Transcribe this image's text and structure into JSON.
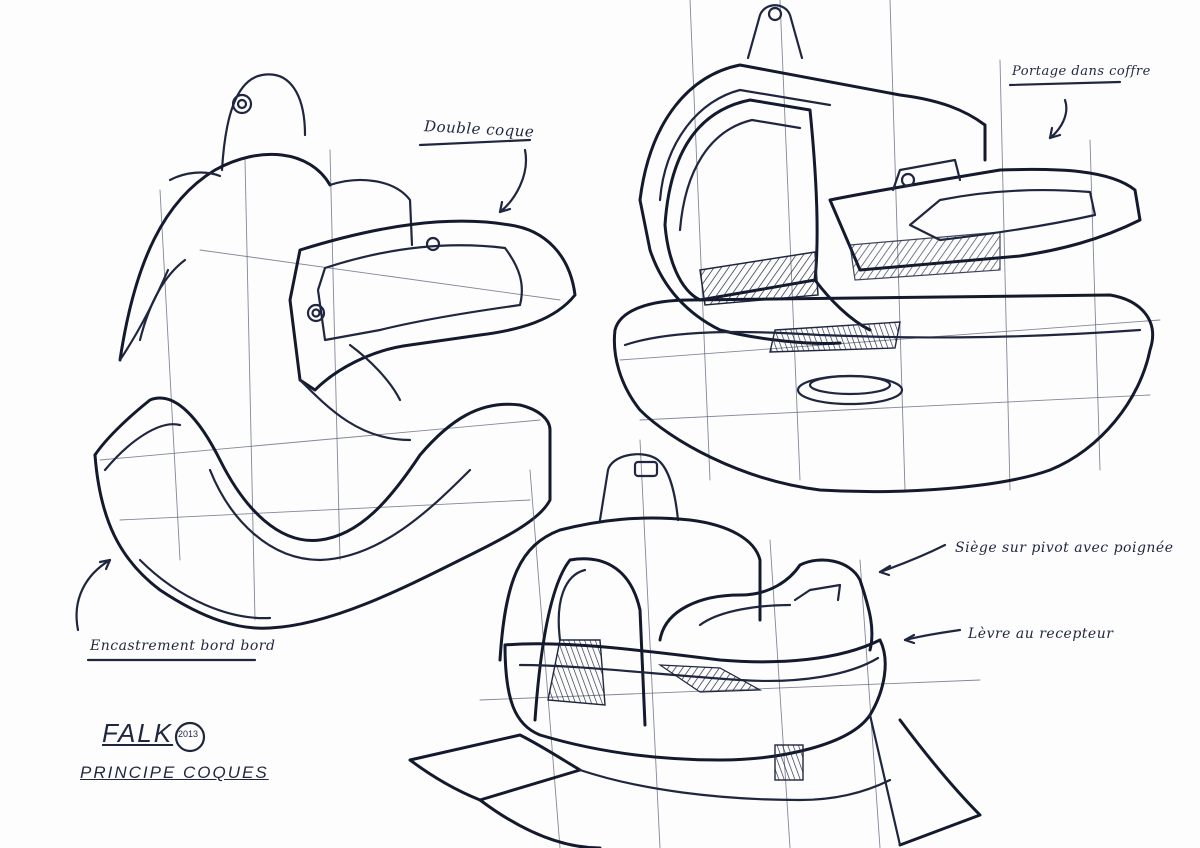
{
  "annotations": {
    "double_shell": "Double coque",
    "trunk": "Portage dans coffre",
    "nesting": "Encastrement bord bord",
    "pivot_seat": "Siège sur pivot avec poignée",
    "lip": "Lèvre au recepteur"
  },
  "signature": {
    "brand": "FALK",
    "year": "2013",
    "subtitle": "PRINCIPE COQUES"
  }
}
